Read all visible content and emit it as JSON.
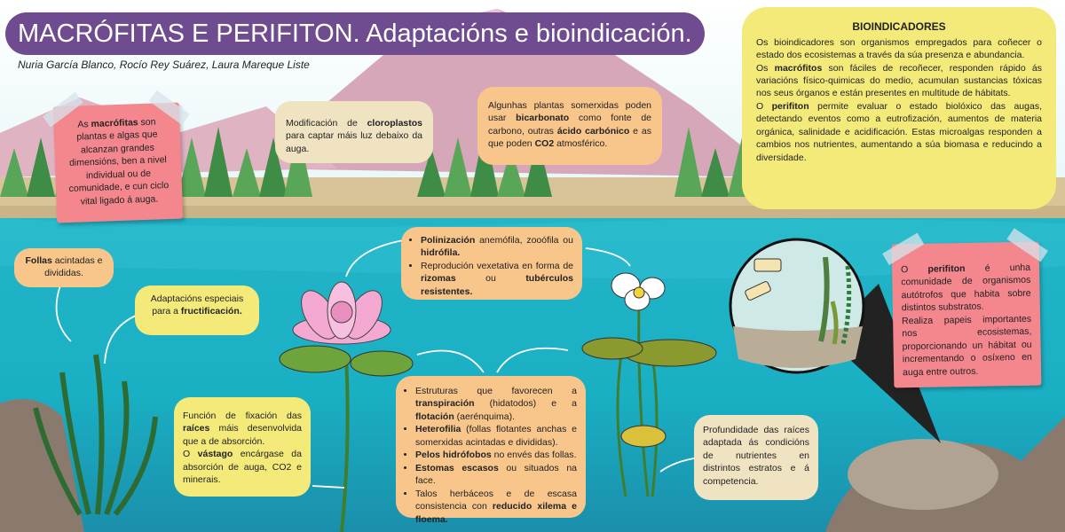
{
  "header": {
    "title": "MACRÓFITAS E PERIFITON. Adaptacións e bioindicación.",
    "authors": "Nuria García Blanco, Rocío Rey Suárez, Laura Mareque Liste"
  },
  "macrofitas_note": {
    "p1": "As ",
    "b1": "macrófitas",
    "p2": " son plantas e algas que alcanzan grandes dimensións, ben a nivel individual ou de comunidade, e cun ciclo vital ligado á auga."
  },
  "cloroplastos": {
    "p1": "Modificación de ",
    "b1": "cloroplastos",
    "p2": " para captar máis luz debaixo da auga."
  },
  "bicarbonato": {
    "p1": "Algunhas plantas somerxidas poden usar ",
    "b1": "bicarbonato",
    "p2": " como fonte de carbono, outras ",
    "b2": "ácido carbónico",
    "p3": " e as que poden ",
    "b3": "CO2",
    "p4": " atmosférico."
  },
  "bioindicadores": {
    "title": "BIOINDICADORES",
    "p1": "Os bioindicadores son organismos empregados para coñecer o estado dos ecosistemas a través da súa presenza e abundancia.",
    "p2a": "Os ",
    "p2b": "macrófitos",
    "p2c": " son fáciles de recoñecer, responden rápido ás variacións físico-quimicas do medio, acumulan sustancias tóxicas nos seus órganos e están presentes en multitude de hábitats.",
    "p3a": "O ",
    "p3b": "perifiton",
    "p3c": " permite evaluar o estado biolóxico das augas, detectando eventos como a eutrofización, aumentos de materia orgánica, salinidade e acidificación. Estas microalgas responden a cambios nos nutrientes, aumentando a súa biomasa e reducindo a diversidade."
  },
  "follas": {
    "b1": "Follas",
    "p1": " acintadas e divididas."
  },
  "fructificacion": {
    "p1": "Adaptacións especiais para a ",
    "b1": "fructificación."
  },
  "polinizacion": {
    "i1b": "Polinización",
    "i1p": " anemófila, zooófila ou ",
    "i1b2": "hidrófila.",
    "i2p": "Reprodución vexetativa en forma de ",
    "i2b": "rizomas",
    "i2p2": " ou ",
    "i2b2": "tubérculos resistentes."
  },
  "perifiton_note": {
    "p1a": "O ",
    "p1b": "perifiton",
    "p1c": " é unha comunidade de organismos autótrofos que habita sobre distintos substratos.",
    "p2": "Realiza papeis importantes nos ecosistemas, proporcionando un hábitat ou incrementando o osíxeno en auga entre outros."
  },
  "raices": {
    "p1": "Función de fixación das ",
    "b1": "raíces",
    "p2": " máis desenvolvida que a de absorción.",
    "p3": "O ",
    "b2": "vástago",
    "p4": " encárgase da absorción de auga, CO2 e minerais."
  },
  "estruturas": {
    "i1p": "Estruturas que favorecen a ",
    "i1b": "transpiración",
    "i1p2": " (hidatodos) e a ",
    "i1b2": "flotación",
    "i1p3": " (aerénquima).",
    "i2b": "Heterofilia",
    "i2p": " (follas flotantes anchas e somerxidas acintadas e divididas).",
    "i3b": "Pelos hidrófobos",
    "i3p": " no envés das follas.",
    "i4b": "Estomas escasos",
    "i4p": " ou situados na face.",
    "i5p": "Talos herbáceos e de escasa consistencia con ",
    "i5b": "reducido xilema e floema."
  },
  "profundidade": {
    "p1": "Profundidade das raíces adaptada ás condicións de nutrientes en distrintos estratos e á competencia."
  },
  "colors": {
    "title_bg": "#6f4b8f",
    "pink_note": "#f4868e",
    "yellow_box": "#f3ea7a",
    "beige_box": "#efe3c2",
    "orange_box": "#f8c58a",
    "water": "#23b9cc"
  }
}
